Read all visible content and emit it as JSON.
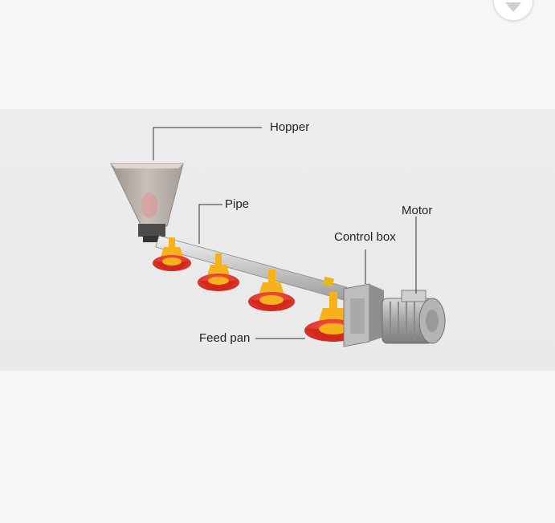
{
  "favorite": {
    "icon": "heart-icon"
  },
  "diagram": {
    "labels": {
      "hopper": "Hopper",
      "pipe": "Pipe",
      "motor": "Motor",
      "control_box": "Control box",
      "feed_pan": "Feed pan"
    },
    "colors": {
      "pan_red": "#e4322b",
      "cone_yellow": "#f6b21a",
      "steel": "#c9c9c9",
      "hopper_metal": "#b9b1ab"
    }
  }
}
